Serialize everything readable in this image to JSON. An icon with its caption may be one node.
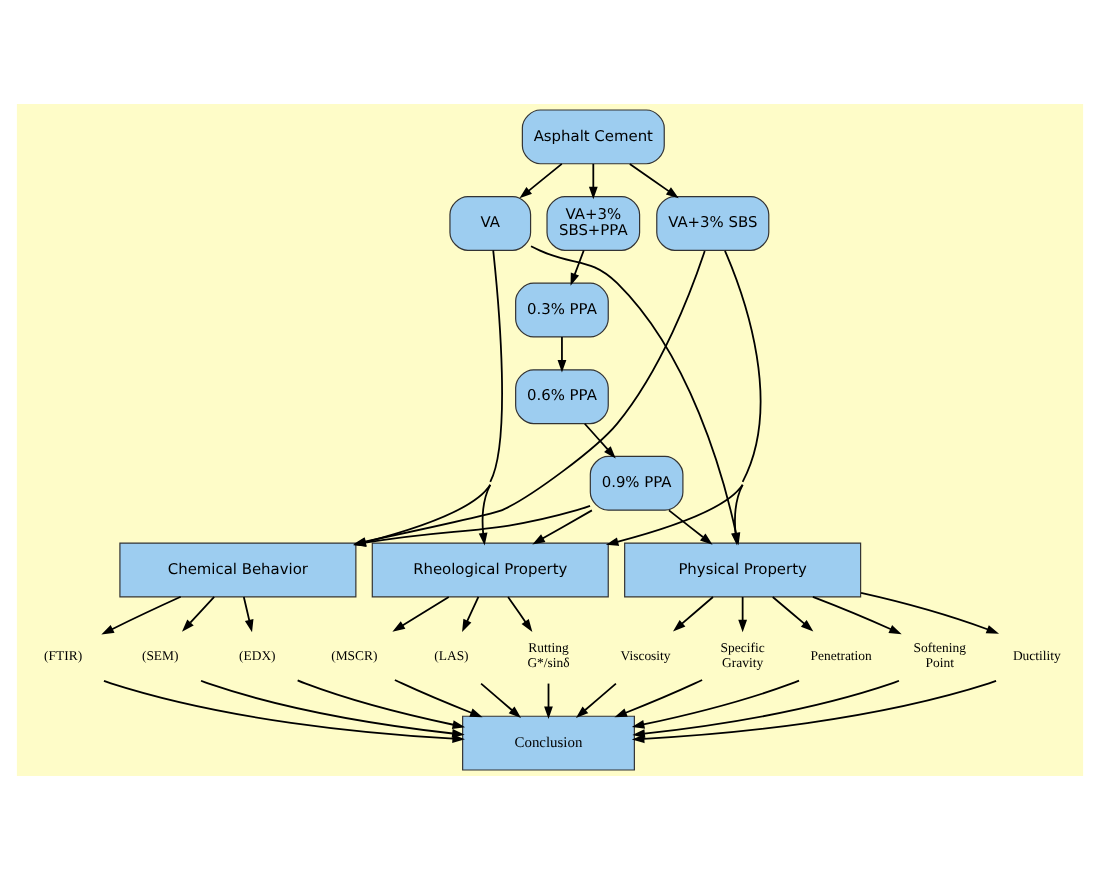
{
  "diagram": {
    "nodes": [
      {
        "text": [
          "Asphalt Cement"
        ]
      },
      {
        "text": [
          "VA"
        ]
      },
      {
        "text": [
          "VA+3% SBS"
        ]
      },
      {
        "text": [
          "VA+3% SBS+PPA"
        ]
      },
      {
        "text": [
          "0.3% PPA"
        ]
      },
      {
        "text": [
          "0.6% PPA"
        ]
      },
      {
        "text": [
          "0.9% PPA"
        ]
      },
      {
        "text": [
          "Physical Property"
        ]
      },
      {
        "text": [
          "Rheological Property"
        ]
      },
      {
        "text": [
          "Chemical Behavior"
        ]
      },
      {
        "text": [
          "Penetration"
        ]
      },
      {
        "text": [
          "Softening Point"
        ]
      },
      {
        "text": [
          "Ductility"
        ]
      },
      {
        "text": [
          "Viscosity"
        ]
      },
      {
        "text": [
          "Specific Gravity"
        ]
      },
      {
        "text": [
          "Rutting G*/sinδ"
        ]
      },
      {
        "text": [
          "(MSCR)"
        ]
      },
      {
        "text": [
          "(LAS)"
        ]
      },
      {
        "text": [
          "(EDX)"
        ]
      },
      {
        "text": [
          "(FTIR)"
        ]
      },
      {
        "text": [
          "(SEM)"
        ]
      },
      {
        "text": [
          "Conclusion"
        ]
      }
    ],
    "edges": [
      {
        "from": 0,
        "to": 1,
        "arrow": "to"
      },
      {
        "from": 0,
        "to": 2,
        "arrow": "to"
      },
      {
        "from": 0,
        "to": 3,
        "arrow": "to"
      },
      {
        "from": 3,
        "to": 4,
        "arrow": "to"
      },
      {
        "from": 4,
        "to": 5,
        "arrow": "to"
      },
      {
        "from": 5,
        "to": 6,
        "arrow": "to"
      },
      {
        "from": 1,
        "to": 7,
        "arrow": "to"
      },
      {
        "from": 1,
        "to": 8,
        "arrow": "to"
      },
      {
        "from": 1,
        "to": 9,
        "arrow": "to"
      },
      {
        "from": 2,
        "to": 7,
        "arrow": "to"
      },
      {
        "from": 2,
        "to": 8,
        "arrow": "to"
      },
      {
        "from": 2,
        "to": 9,
        "arrow": "to"
      },
      {
        "from": 6,
        "to": 7,
        "arrow": "to"
      },
      {
        "from": 6,
        "to": 8,
        "arrow": "to"
      },
      {
        "from": 6,
        "to": 9,
        "arrow": "to"
      },
      {
        "from": 7,
        "to": 10,
        "arrow": "to"
      },
      {
        "from": 7,
        "to": 11,
        "arrow": "to"
      },
      {
        "from": 7,
        "to": 12,
        "arrow": "to"
      },
      {
        "from": 7,
        "to": 13,
        "arrow": "to"
      },
      {
        "from": 7,
        "to": 14,
        "arrow": "to"
      },
      {
        "from": 8,
        "to": 15,
        "arrow": "to"
      },
      {
        "from": 8,
        "to": 16,
        "arrow": "to"
      },
      {
        "from": 8,
        "to": 17,
        "arrow": "to"
      },
      {
        "from": 9,
        "to": 18,
        "arrow": "to"
      },
      {
        "from": 9,
        "to": 19,
        "arrow": "to"
      },
      {
        "from": 9,
        "to": 20,
        "arrow": "to"
      },
      {
        "from": 10,
        "to": 21,
        "arrow": "to"
      },
      {
        "from": 11,
        "to": 21,
        "arrow": "to"
      },
      {
        "from": 12,
        "to": 21,
        "arrow": "to"
      },
      {
        "from": 13,
        "to": 21,
        "arrow": "to"
      },
      {
        "from": 14,
        "to": 21,
        "arrow": "to"
      },
      {
        "from": 15,
        "to": 21,
        "arrow": "to"
      },
      {
        "from": 16,
        "to": 21,
        "arrow": "to"
      },
      {
        "from": 17,
        "to": 21,
        "arrow": "to"
      },
      {
        "from": 18,
        "to": 21,
        "arrow": "to"
      },
      {
        "from": 19,
        "to": 21,
        "arrow": "to"
      },
      {
        "from": 20,
        "to": 21,
        "arrow": "to"
      }
    ]
  }
}
